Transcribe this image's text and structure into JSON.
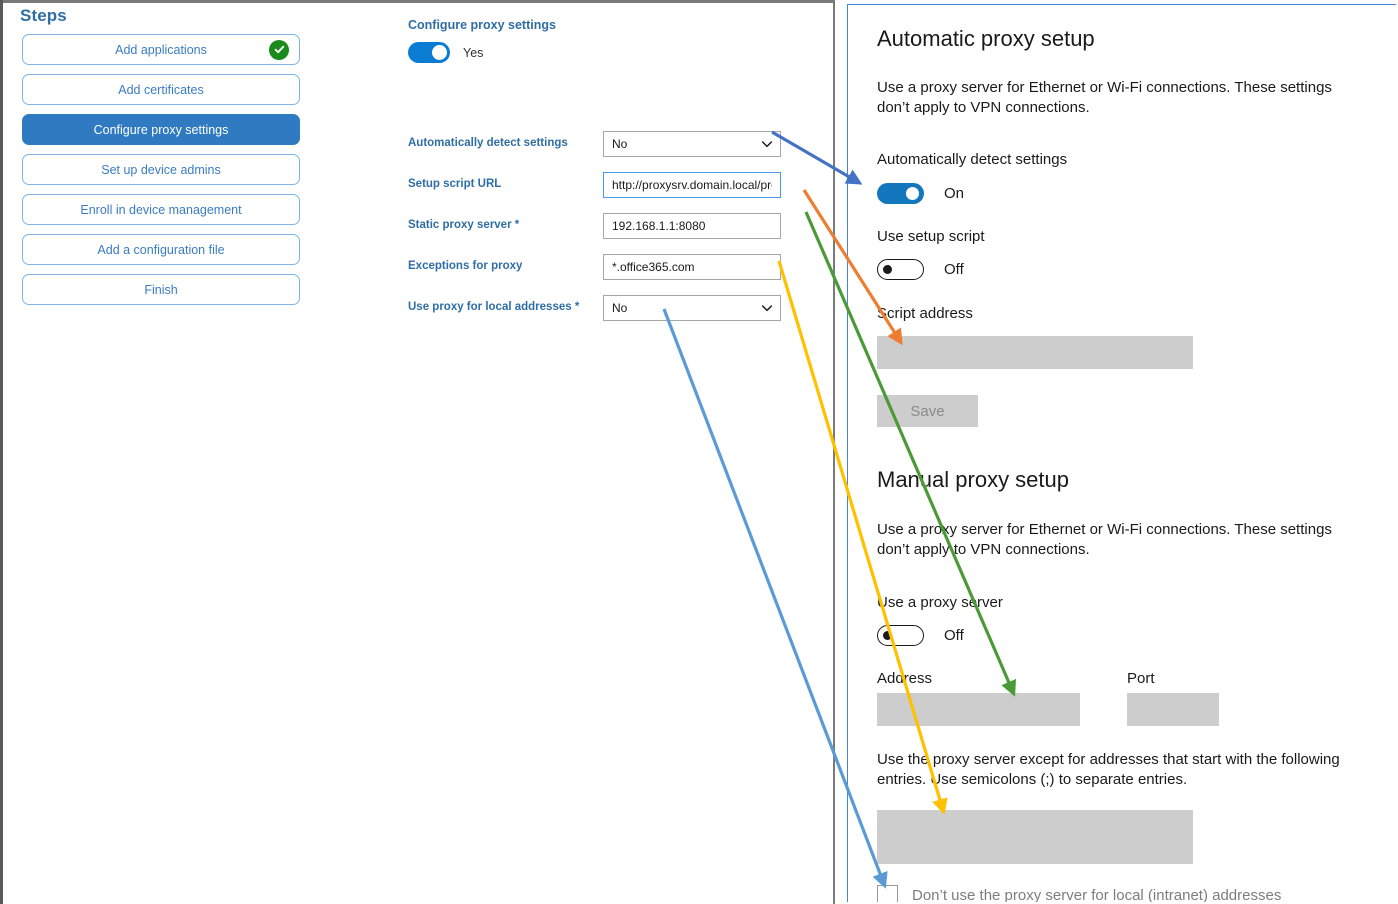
{
  "sidebar": {
    "title": "Steps",
    "items": [
      {
        "label": "Add applications",
        "state": "complete",
        "icon": "check-circle-icon"
      },
      {
        "label": "Add certificates",
        "state": "default"
      },
      {
        "label": "Configure proxy settings",
        "state": "active"
      },
      {
        "label": "Set up device admins",
        "state": "default"
      },
      {
        "label": "Enroll in device management",
        "state": "default"
      },
      {
        "label": "Add a configuration file",
        "state": "default"
      },
      {
        "label": "Finish",
        "state": "default"
      }
    ]
  },
  "form": {
    "heading": "Configure proxy settings",
    "toggle": {
      "label": "Yes",
      "on": true
    },
    "fields": [
      {
        "label": "Automatically detect settings",
        "required": false,
        "type": "select",
        "value": "No",
        "icon": "chevron-down-icon",
        "focused": false
      },
      {
        "label": "Setup script URL",
        "required": false,
        "type": "text",
        "value": "http://proxysrv.domain.local/proxy.pa",
        "focused": true
      },
      {
        "label": "Static proxy server",
        "required": true,
        "type": "text",
        "value": "192.168.1.1:8080",
        "focused": false
      },
      {
        "label": "Exceptions for proxy",
        "required": true,
        "type": "text",
        "value": "*.office365.com",
        "focused": false
      },
      {
        "label": "Use proxy for local addresses",
        "required": true,
        "type": "select",
        "value": "No",
        "icon": "chevron-down-icon",
        "focused": false
      }
    ]
  },
  "settings": {
    "automatic": {
      "heading": "Automatic proxy setup",
      "description": "Use a proxy server for Ethernet or Wi-Fi connections. These settings don’t apply to VPN connections.",
      "auto_detect_label": "Automatically detect settings",
      "auto_detect_state": "On",
      "use_script_label": "Use setup script",
      "use_script_state": "Off",
      "script_address_label": "Script address",
      "script_address_value": "",
      "save_label": "Save"
    },
    "manual": {
      "heading": "Manual proxy setup",
      "description": "Use a proxy server for Ethernet or Wi-Fi connections. These settings don’t apply to VPN connections.",
      "use_proxy_label": "Use a proxy server",
      "use_proxy_state": "Off",
      "address_label": "Address",
      "address_value": "",
      "port_label": "Port",
      "port_value": "",
      "exceptions_description": "Use the proxy server except for addresses that start with the following entries. Use semicolons (;) to separate entries.",
      "exceptions_value": "",
      "bypass_local_label": "Don’t use the proxy server for local (intranet) addresses",
      "bypass_local_checked": false
    }
  },
  "annotations": {
    "arrows": [
      {
        "name": "arrow-auto-detect",
        "color": "#4472c4",
        "from": "Automatically detect settings dropdown",
        "to": "Automatically detect settings toggle"
      },
      {
        "name": "arrow-setup-script-url",
        "color": "#ed7d31",
        "from": "Setup script URL field",
        "to": "Script address box"
      },
      {
        "name": "arrow-static-proxy-server",
        "color": "#4a9b37",
        "from": "Static proxy server field",
        "to": "Address box"
      },
      {
        "name": "arrow-exceptions",
        "color": "#ffc000",
        "from": "Exceptions for proxy field",
        "to": "Exceptions box"
      },
      {
        "name": "arrow-local-addresses",
        "color": "#5b9bd5",
        "from": "Use proxy for local addresses dropdown",
        "to": "Don’t use the proxy server for local (intranet) addresses checkbox"
      }
    ]
  },
  "colors": {
    "accent_blue": "#2f7ac0",
    "link_blue": "#3a7cc4",
    "toggle_on": "#0a7cd4",
    "win_toggle_on": "#1277bc",
    "complete_green": "#1a8a1a",
    "grey_input": "#cdcdcd"
  }
}
